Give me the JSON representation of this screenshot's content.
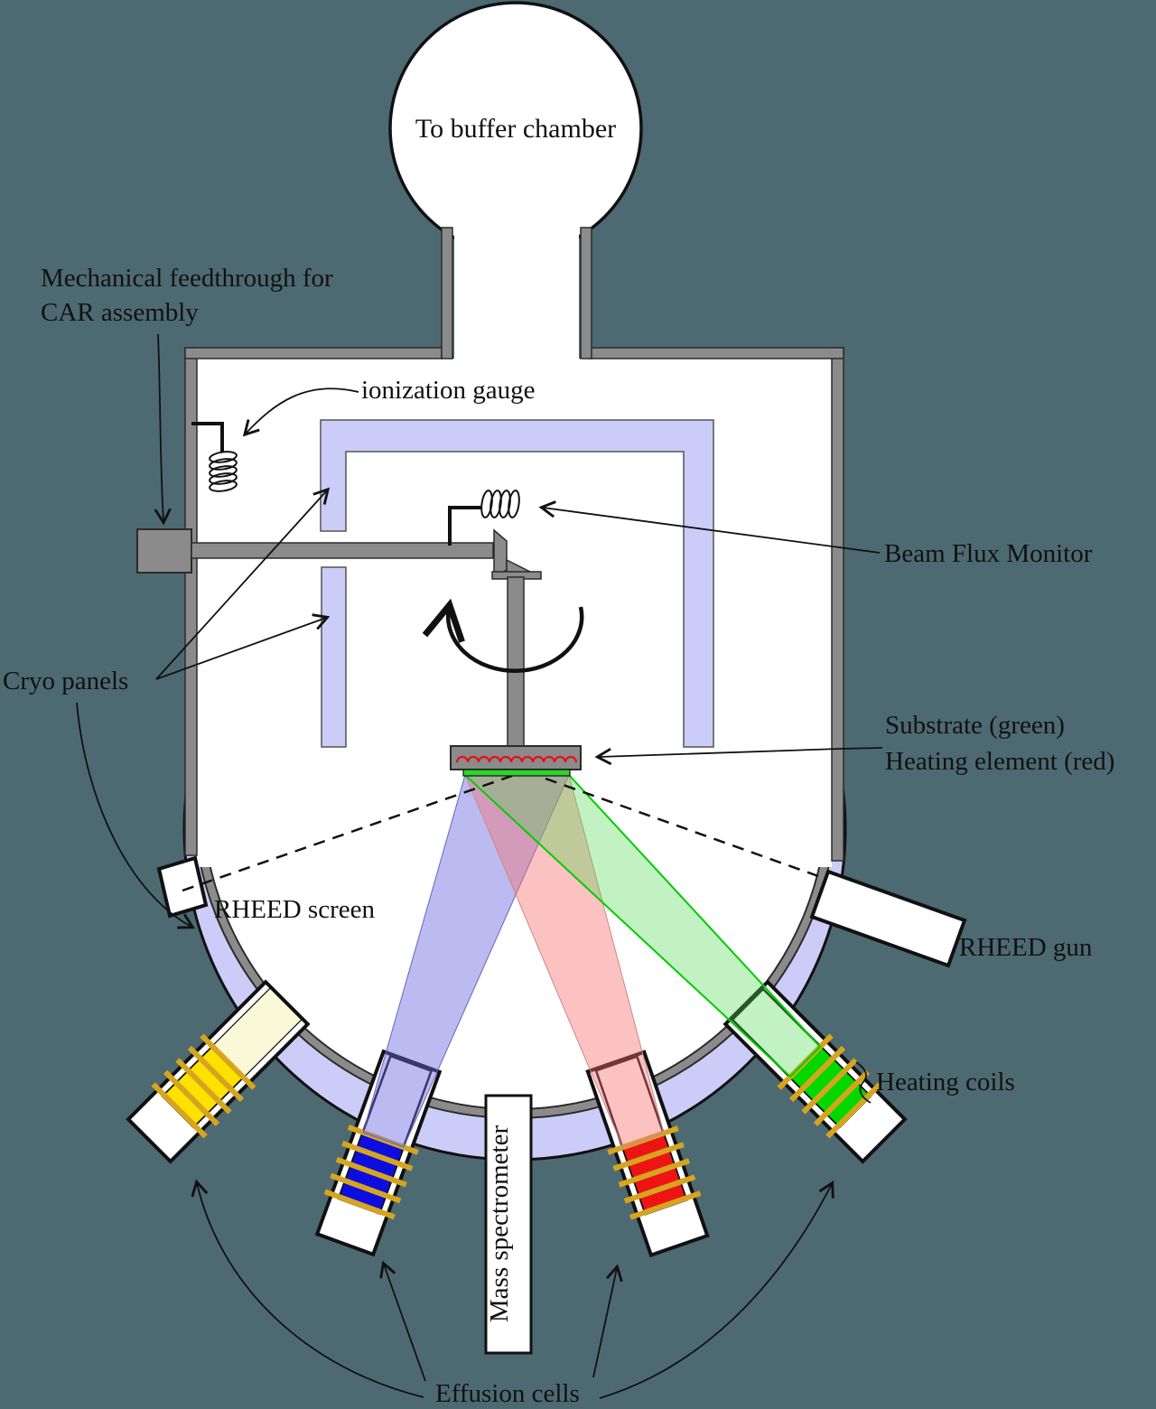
{
  "labels": {
    "buffer_chamber": "To buffer chamber",
    "mech_feedthrough_line1": "Mechanical feedthrough for",
    "mech_feedthrough_line2": "CAR assembly",
    "ionization_gauge": "ionization gauge",
    "beam_flux_monitor": "Beam Flux Monitor",
    "cryo_panels": "Cryo panels",
    "substrate": "Substrate (green)",
    "heating_element": "Heating element (red)",
    "rheed_screen": "RHEED screen",
    "rheed_gun": "RHEED gun",
    "heating_coils": "Heating coils",
    "mass_spectrometer": "Mass spectrometer",
    "effusion_cells": "Effusion cells"
  },
  "colors": {
    "background": "#4d6a72",
    "wall": "#8b8b8b",
    "wall_edge": "#2b2b2b",
    "cryo_panel": "#ccccf8",
    "crucible_yellow": "#ffe100",
    "crucible_yellow_pale": "#fbf8d8",
    "crucible_blue": "#0d0de0",
    "crucible_red": "#ee1414",
    "crucible_green": "#00d800",
    "heating_coil": "#d6a51f",
    "beam_blue": "rgba(105,105,225,0.45)",
    "beam_red": "rgba(248,110,110,0.42)",
    "beam_green": "rgba(80,215,80,0.35)",
    "beam_green_edge": "#00cc00",
    "substrate_green": "#2fd22f",
    "heater_red": "#e81010"
  }
}
